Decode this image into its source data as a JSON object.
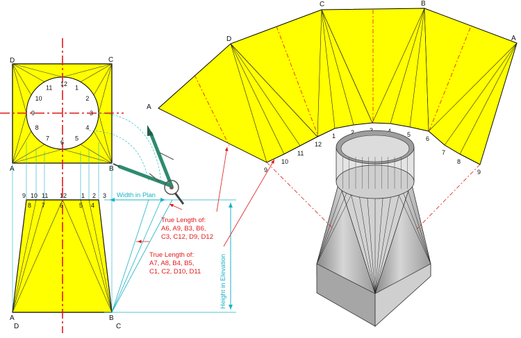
{
  "plan": {
    "corners": {
      "D": "D",
      "C": "C",
      "A": "A",
      "B": "B"
    },
    "numbers": [
      "1",
      "2",
      "3",
      "4",
      "5",
      "6",
      "7",
      "8",
      "9",
      "10",
      "11",
      "12"
    ]
  },
  "elevation": {
    "top_numbers": [
      "9",
      "10",
      "11",
      "12",
      "1",
      "2",
      "3"
    ],
    "bottom_numbers": [
      "8",
      "7",
      "6",
      "5",
      "4"
    ],
    "corners": {
      "A": "A",
      "B": "B",
      "D": "D",
      "C": "C"
    }
  },
  "annotations": {
    "width_in_plan": "Width in Plan",
    "height_in_elevation": "Height in Elevation",
    "true_length_1": [
      "True Length of:",
      "A6, A9, B3, B6,",
      "C3, C12, D9, D12"
    ],
    "true_length_2": [
      "True Length of:",
      "A7, A8, B4, B5,",
      "C1, C2, D10, D11"
    ]
  },
  "development": {
    "corners": {
      "A_left": "A",
      "D": "D",
      "C": "C",
      "B": "B",
      "A_right": "A"
    },
    "numbers": [
      "9",
      "10",
      "11",
      "12",
      "1",
      "2",
      "3",
      "4",
      "5",
      "6",
      "7",
      "8",
      "9"
    ]
  },
  "colors": {
    "fill": "#ffff00",
    "construction": "#e01818",
    "dimension": "#19b3c4",
    "outline": "#000000"
  }
}
